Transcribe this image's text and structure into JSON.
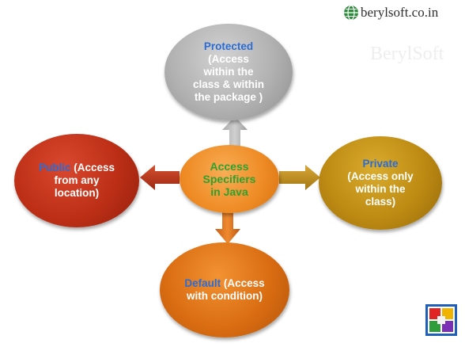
{
  "brand": {
    "url_text": "berylsoft.co.in",
    "watermark": "BerylSoft"
  },
  "center": {
    "line1": "Access",
    "line2": "Specifiers",
    "line3": "in Java"
  },
  "protected": {
    "keyword": "Protected",
    "line1": "(Access",
    "line2": "within the",
    "line3": "class & within",
    "line4": "the package )"
  },
  "public": {
    "keyword": "Public",
    "line1_rest": " (Access",
    "line2": "from any",
    "line3": "location)"
  },
  "private": {
    "keyword": "Private",
    "line1": "(Access only",
    "line2": "within the",
    "line3": "class)"
  },
  "default": {
    "keyword": "Default",
    "line1_rest": " (Access",
    "line2": "with condition)"
  },
  "colors": {
    "keyword_blue": "#2b6cd4",
    "center_text_green": "#2ea02e",
    "top_circle": "#b1b1b1",
    "left_circle": "#bc2f16",
    "right_circle": "#bd8a12",
    "bottom_circle": "#da6d12",
    "center_circle": "#ee8a23"
  }
}
